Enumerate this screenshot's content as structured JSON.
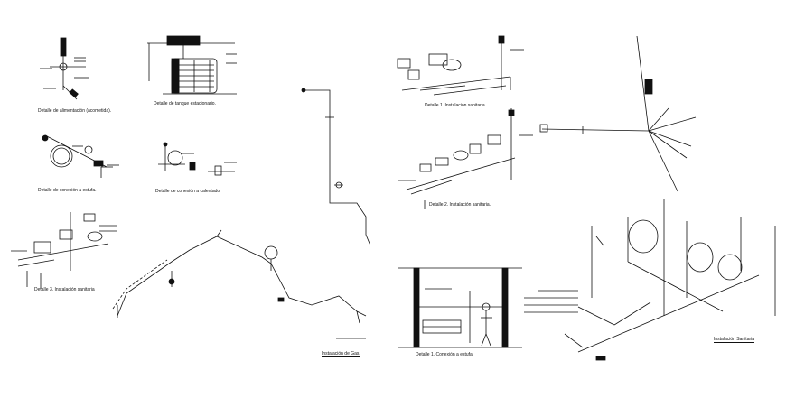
{
  "drawing": {
    "labels": {
      "alimentacion": "Detalle de alimentación (acometida).",
      "tanque": "Detalle de tanque estacionario.",
      "conexion_estufa": "Detalle de conexión a estufa.",
      "conexion_calentador": "Detalle de conexión a calentador",
      "sanitaria_1": "Detalle 1. Instalación sanitaria.",
      "sanitaria_2": "Detalle 2. Instalación sanitaria.",
      "sanitaria_3": "Detalle 3. Instalación sanitaria",
      "gas": "Instalación de Gas.",
      "conexion_estufa_1": "Detalle 1. Conexión a estufa.",
      "sanitaria_general": "Instalación Sanitaria"
    },
    "colors": {
      "ink": "#111111",
      "background": "#ffffff"
    }
  }
}
